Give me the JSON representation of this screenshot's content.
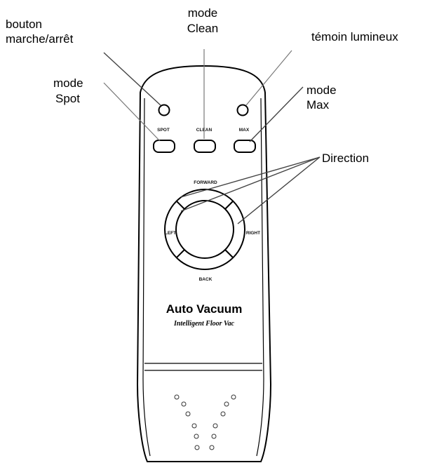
{
  "callouts": {
    "power_button": [
      "bouton",
      "marche/arrêt"
    ],
    "clean_mode": [
      "mode",
      "Clean"
    ],
    "indicator_light": [
      "témoin lumineux"
    ],
    "spot_mode": [
      "mode",
      "Spot"
    ],
    "max_mode": [
      "mode",
      "Max"
    ],
    "direction": [
      "Direction"
    ]
  },
  "remote": {
    "buttons": {
      "spot": "SPOT",
      "clean": "CLEAN",
      "max": "MAX"
    },
    "dpad": {
      "forward": "FORWARD",
      "left": "LEFT",
      "right": "RIGHT",
      "back": "BACK"
    },
    "brand": "Auto Vacuum",
    "tagline": "Intelligent Floor Vac"
  }
}
